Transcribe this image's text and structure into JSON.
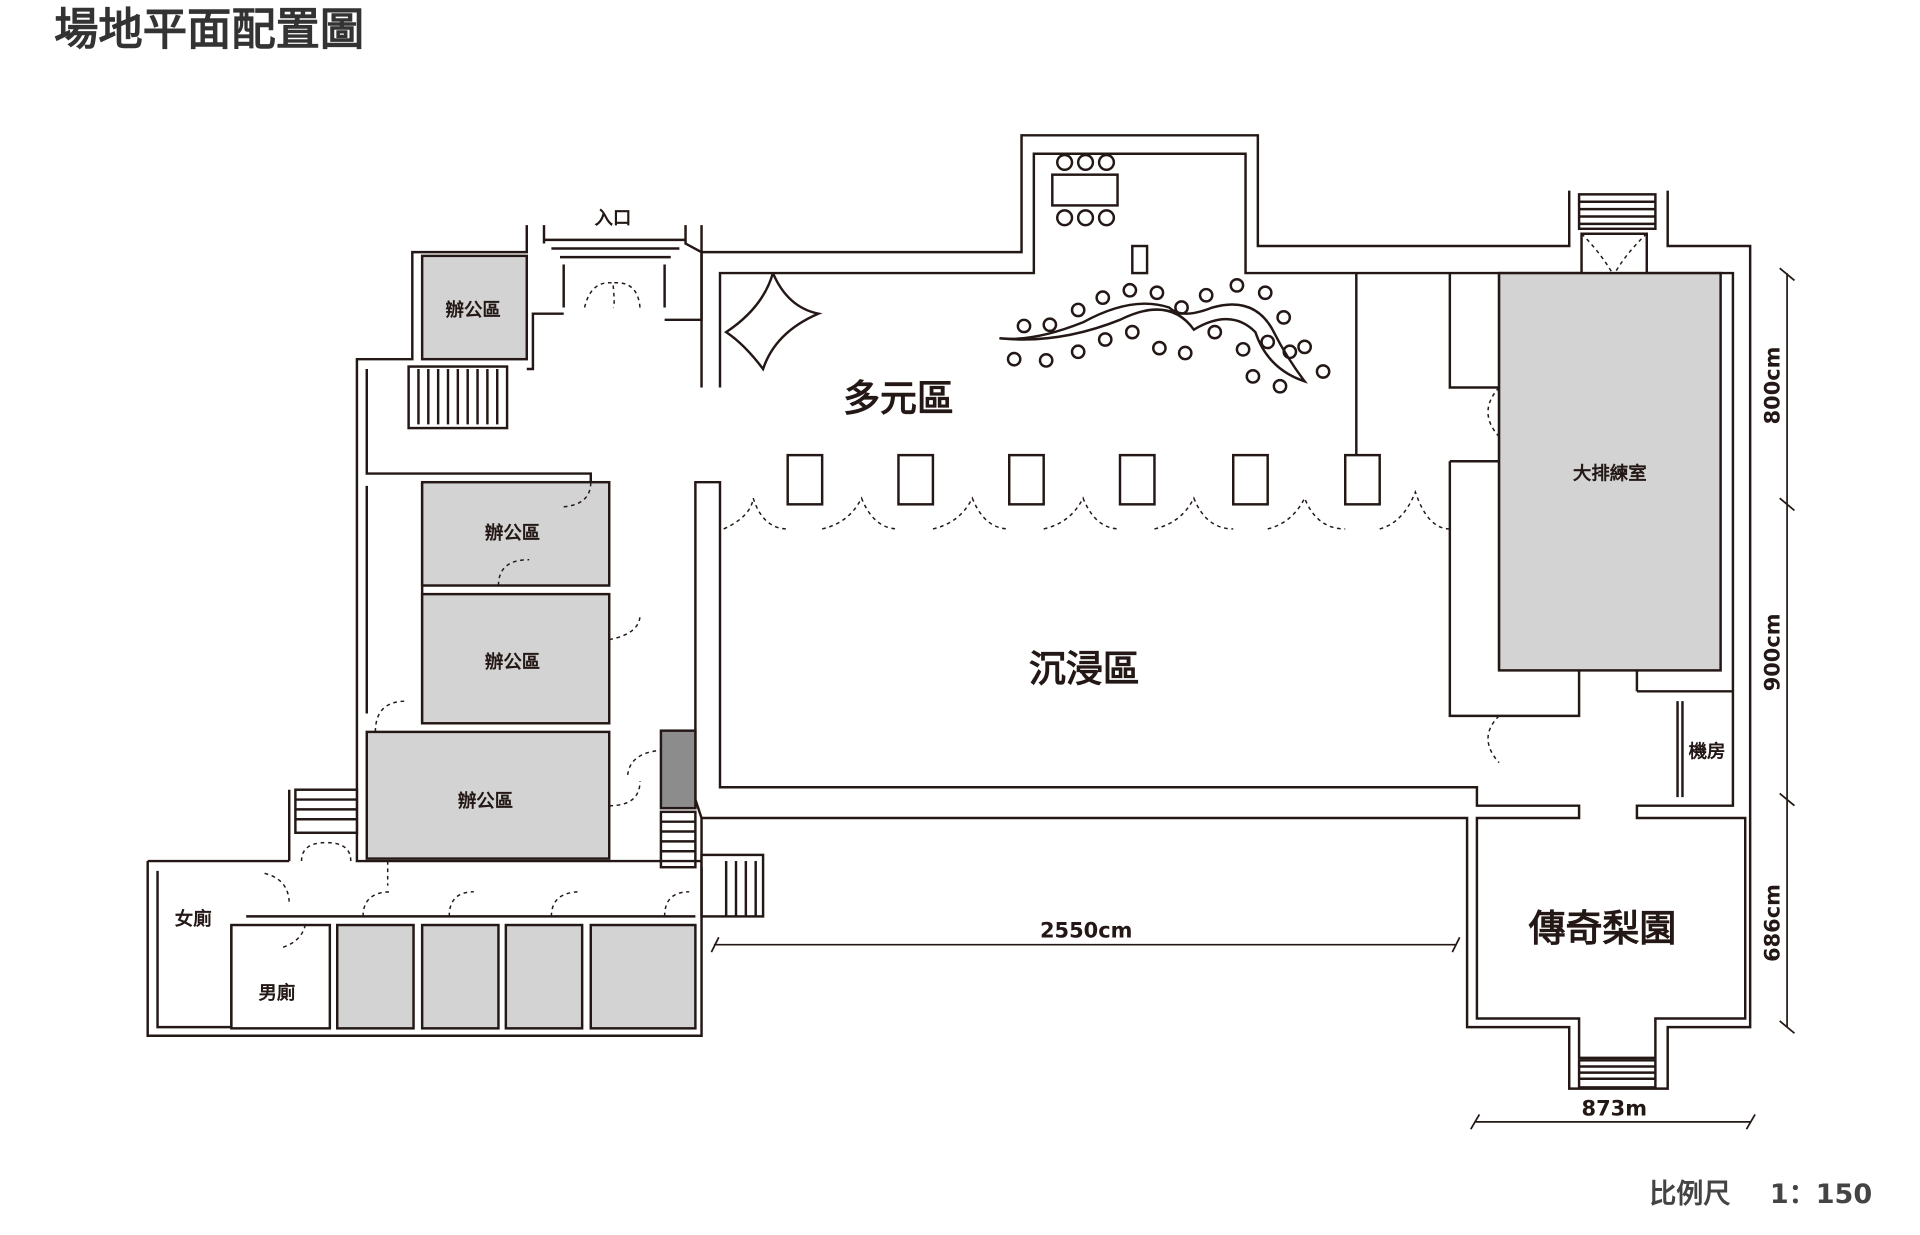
{
  "title": "場地平面配置圖",
  "rooms": {
    "entrance": "入口",
    "office": "辦公區",
    "multi": "多元區",
    "immersive": "沉浸區",
    "rehearsal": "大排練室",
    "machine": "機房",
    "legend_garden": "傳奇梨園",
    "women": "女廁",
    "men": "男廁"
  },
  "dimensions": {
    "d800": "800cm",
    "d900": "900cm",
    "d686": "686cm",
    "d2550": "2550cm",
    "d873": "873m"
  },
  "scale": {
    "label": "比例尺",
    "value": "1：150"
  },
  "colors": {
    "wall": "#231815",
    "room_fill": "#d3d3d3",
    "dark_fill": "#8c8c8c"
  }
}
